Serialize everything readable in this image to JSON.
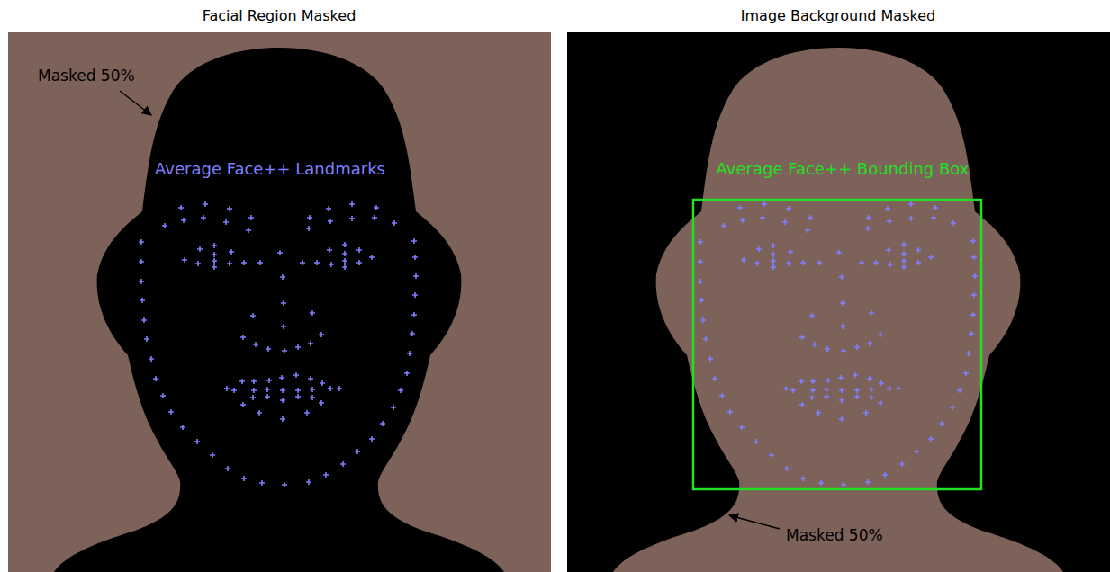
{
  "diagram": {
    "labels": [
      "Facial Region Masked",
      "Image Background Masked",
      "Masked 50%",
      "Average Face++ Landmarks",
      "Average Face++ Bounding Box",
      "Masked 50%"
    ]
  }
}
